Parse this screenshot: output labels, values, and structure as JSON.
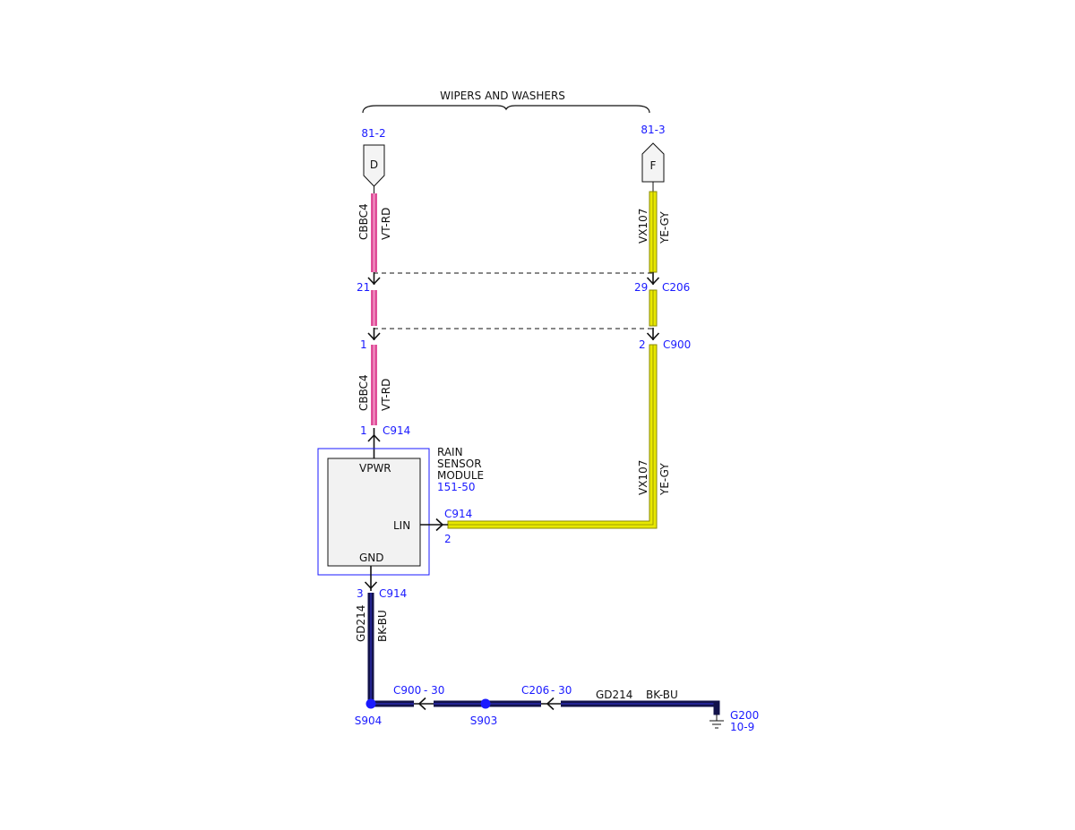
{
  "colors": {
    "violet_red": "#e0509a",
    "violet_red_light": "#f6a6cf",
    "yellow": "#e8e800",
    "yellow_dark": "#8a8a00",
    "black_blue": "#12124a",
    "blue_text": "#1a1aff",
    "module_fill": "#f2f2f2",
    "module_border": "#1a1aff"
  },
  "title": "WIPERS AND WASHERS",
  "refs": {
    "left": "81-2",
    "right": "81-3"
  },
  "terminals": {
    "left_letter": "D",
    "right_letter": "F"
  },
  "wires": {
    "violet": {
      "circuit": "CBBC4",
      "color": "VT-RD"
    },
    "yellow": {
      "circuit": "VX107",
      "color": "YE-GY"
    },
    "ground": {
      "circuit": "GD214",
      "color": "BK-BU"
    }
  },
  "connectors": {
    "c206_pin_left": "21",
    "c206_pin_right": "29",
    "c206": "C206",
    "c900_pin_left": "1",
    "c900_pin_right": "2",
    "c900": "C900",
    "c914_vpwr_pin": "1",
    "c914_lin_pin": "2",
    "c914_gnd_pin": "3",
    "c914": "C914"
  },
  "module": {
    "name_line1": "RAIN",
    "name_line2": "SENSOR",
    "name_line3": "MODULE",
    "ref": "151-50",
    "pin_vpwr": "VPWR",
    "pin_lin": "LIN",
    "pin_gnd": "GND"
  },
  "ground_path": {
    "c900_label": "C900",
    "c900_ref": "- 30",
    "c206_label": "C206",
    "c206_ref": "- 30",
    "splice_left": "S904",
    "splice_mid": "S903",
    "ground_point": "G200",
    "ground_ref": "10-9"
  }
}
